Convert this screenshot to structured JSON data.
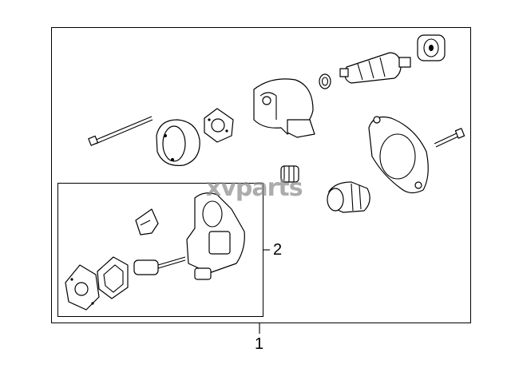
{
  "callouts": {
    "assembly": "1",
    "subassembly": "2"
  },
  "watermark": "xvparts",
  "colors": {
    "line": "#000000",
    "background": "#ffffff",
    "watermark": "#8a8a8a"
  }
}
